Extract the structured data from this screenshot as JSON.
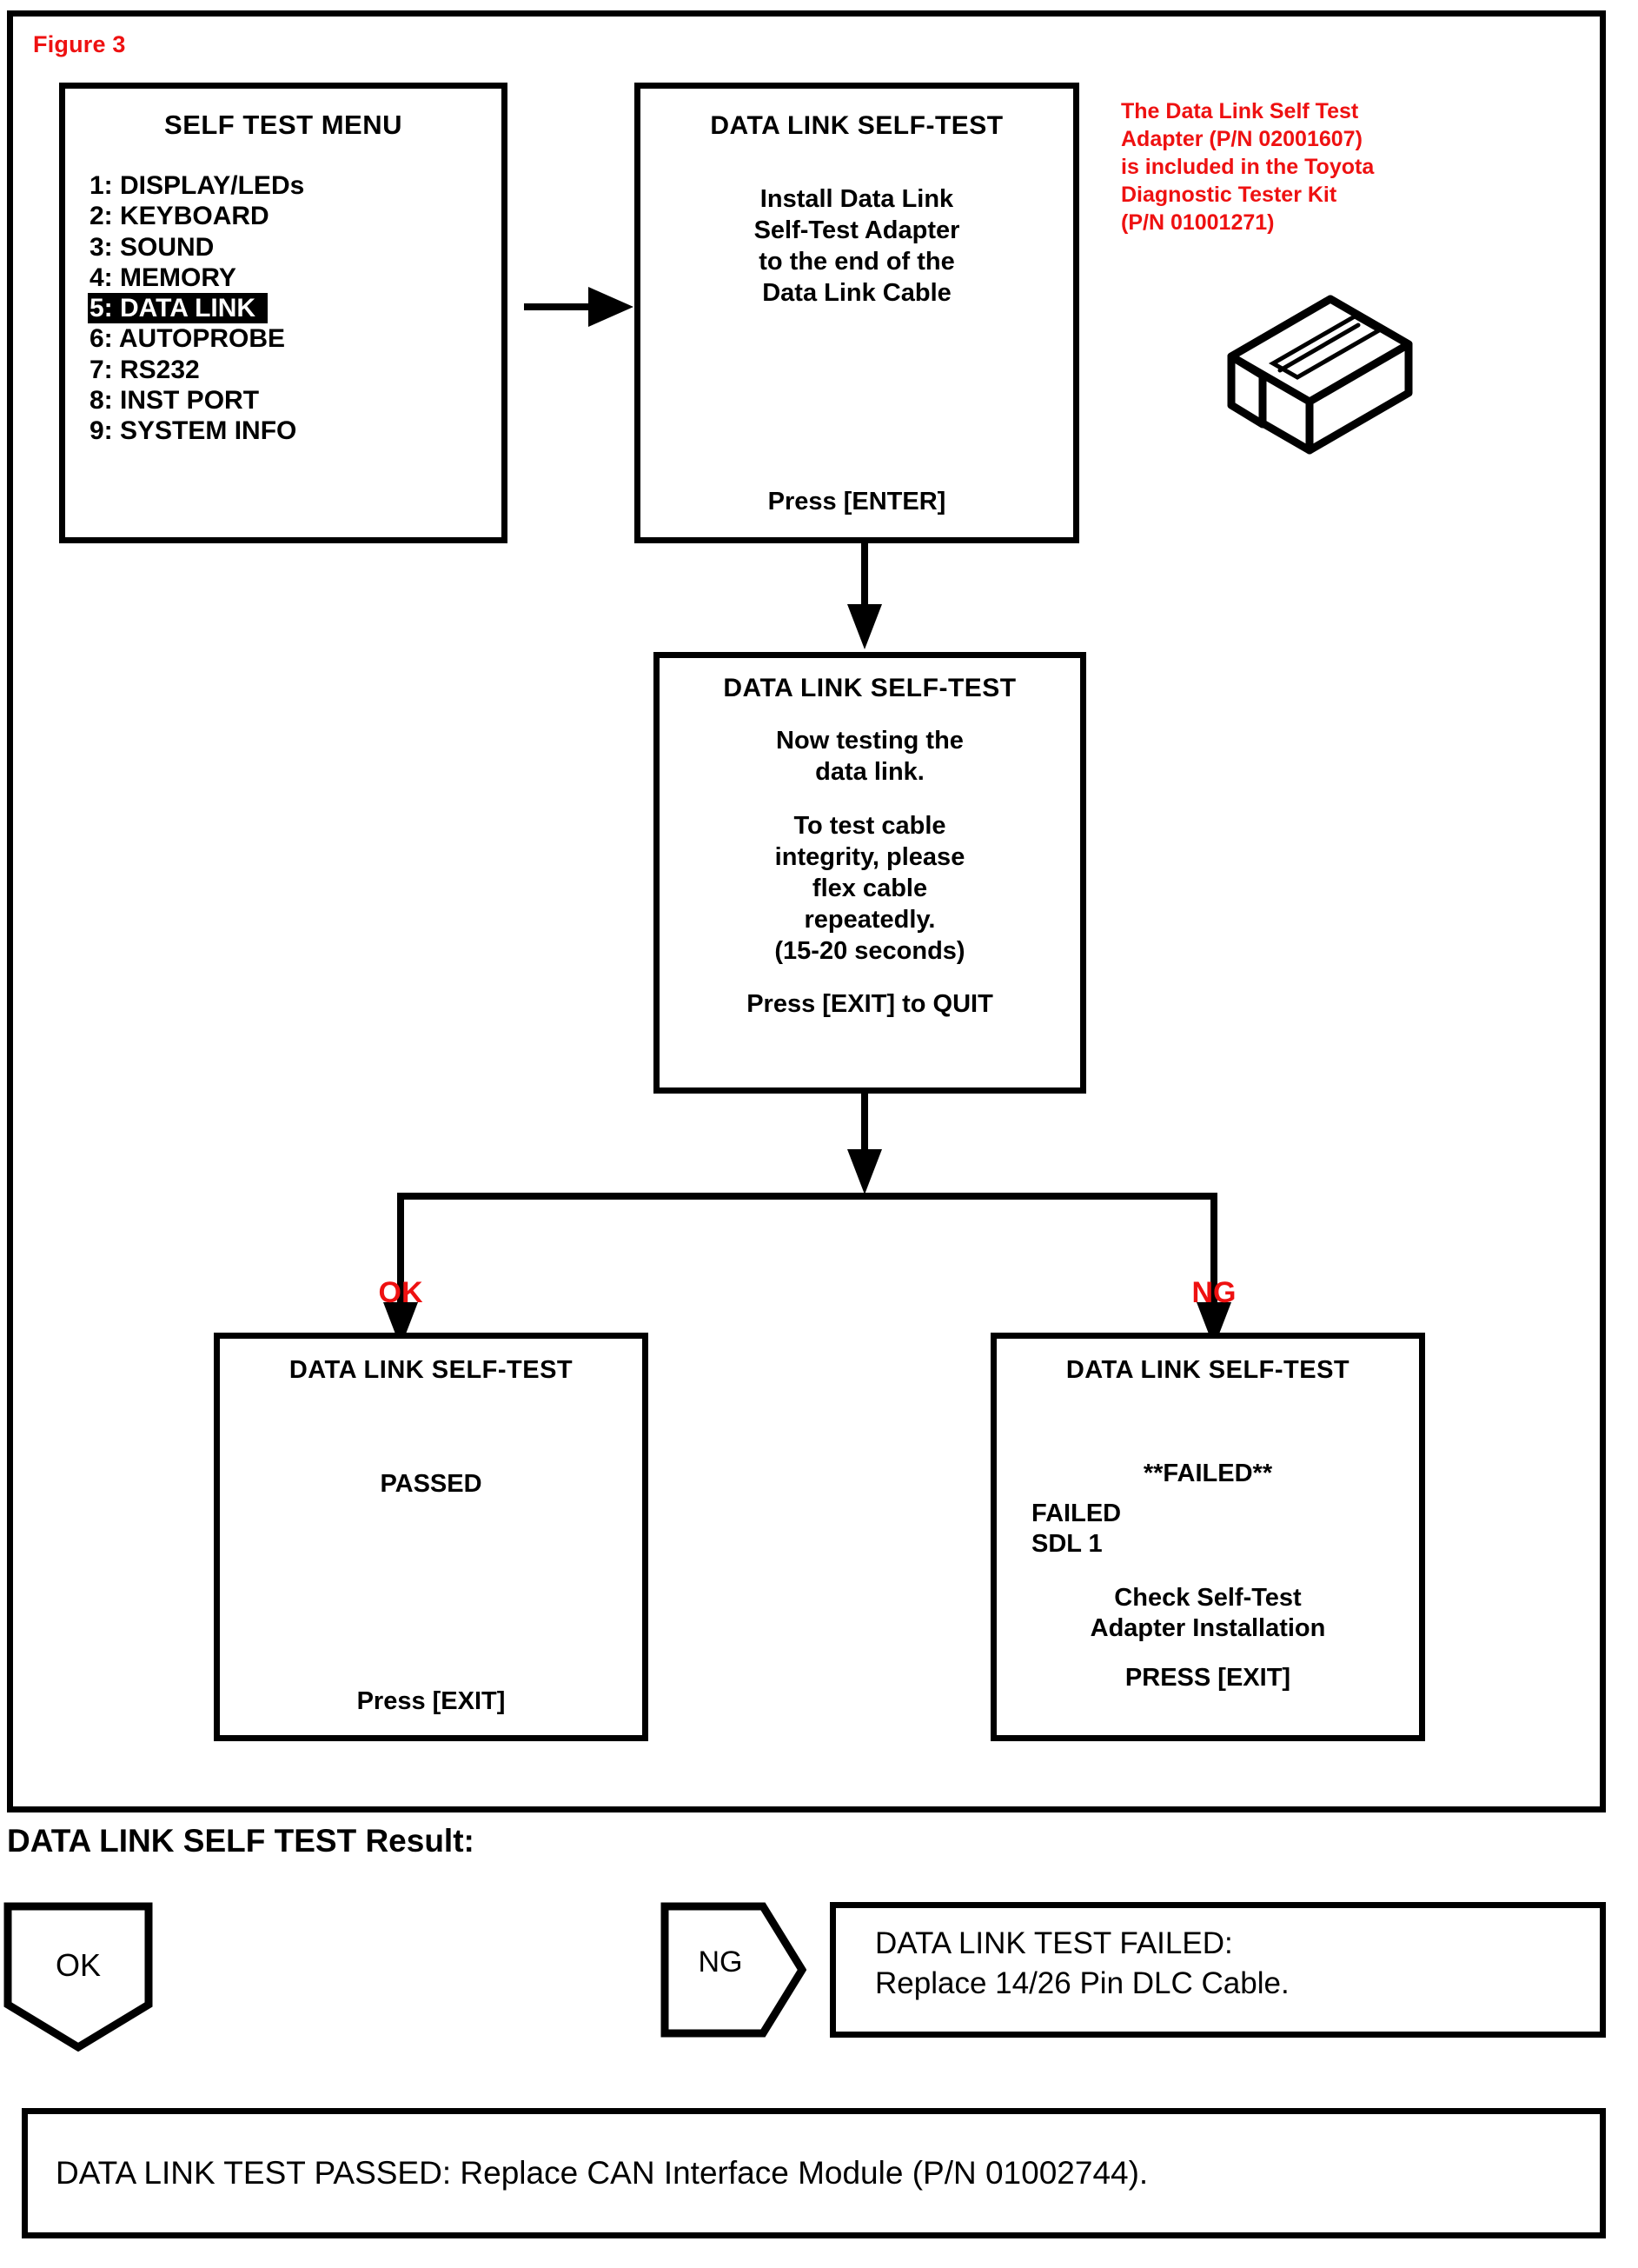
{
  "figure": {
    "label": "Figure 3"
  },
  "self_test_menu": {
    "title": "SELF TEST MENU",
    "items": [
      {
        "label": "1: DISPLAY/LEDs",
        "selected": false
      },
      {
        "label": "2: KEYBOARD",
        "selected": false
      },
      {
        "label": "3: SOUND",
        "selected": false
      },
      {
        "label": "4: MEMORY",
        "selected": false
      },
      {
        "label": "5: DATA LINK",
        "selected": true
      },
      {
        "label": "6: AUTOPROBE",
        "selected": false
      },
      {
        "label": "7: RS232",
        "selected": false
      },
      {
        "label": "8: INST PORT",
        "selected": false
      },
      {
        "label": "9: SYSTEM INFO",
        "selected": false
      }
    ]
  },
  "install_adapter": {
    "title": "DATA LINK SELF-TEST",
    "line1": "Install Data Link",
    "line2": "Self-Test Adapter",
    "line3": "to the end of the",
    "line4": "Data Link Cable",
    "footer": "Press [ENTER]"
  },
  "annotation": {
    "line1": "The Data Link Self Test",
    "line2": "Adapter (P/N 02001607)",
    "line3": "is included in the Toyota",
    "line4": "Diagnostic Tester Kit",
    "line5": "(P/N 01001271)"
  },
  "now_testing": {
    "title": "DATA LINK SELF-TEST",
    "p1_line1": "Now testing the",
    "p1_line2": "data link.",
    "p2_line1": "To test cable",
    "p2_line2": "integrity, please",
    "p2_line3": "flex cable",
    "p2_line4": "repeatedly.",
    "p2_line5": "(15-20 seconds)",
    "footer": "Press [EXIT] to QUIT"
  },
  "branches": {
    "ok_label": "OK",
    "ng_label": "NG",
    "branch_color": "#ee1111"
  },
  "passed_screen": {
    "title": "DATA LINK SELF-TEST",
    "result": "PASSED",
    "footer": "Press [EXIT]"
  },
  "failed_screen": {
    "title": "DATA LINK SELF-TEST",
    "failmark": "**FAILED**",
    "fail_line1": "FAILED",
    "fail_line2": "SDL 1",
    "advice_line1": "Check Self-Test",
    "advice_line2": "Adapter Installation",
    "footer": "PRESS [EXIT]"
  },
  "result_section": {
    "heading": "DATA LINK SELF TEST Result:",
    "ok_shape_label": "OK",
    "ng_shape_label": "NG",
    "fail_action_line1": "DATA LINK TEST FAILED:",
    "fail_action_line2": "Replace 14/26 Pin DLC Cable.",
    "pass_action": "DATA LINK TEST PASSED: Replace CAN Interface Module (P/N 01002744)."
  },
  "colors": {
    "accent_red": "#ee1111",
    "line_black": "#000000",
    "background": "#ffffff"
  }
}
